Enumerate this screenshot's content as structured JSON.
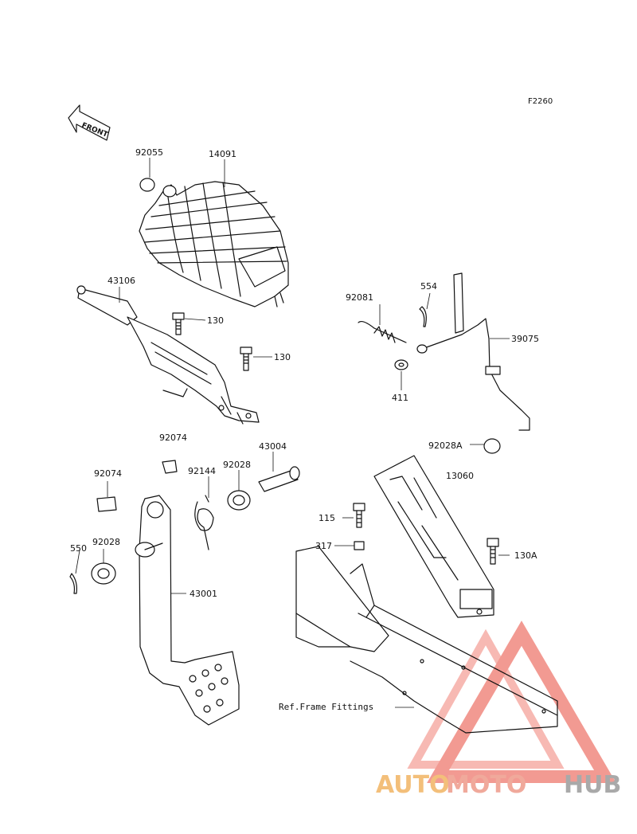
{
  "diagram": {
    "code": "F2260",
    "front_arrow_label": "FRONT",
    "frame_reference": "Ref.Frame Fittings"
  },
  "part_labels": {
    "p92055": "92055",
    "p14091": "14091",
    "p43106": "43106",
    "p130_upper": "130",
    "p130_lower": "130",
    "p92081": "92081",
    "p554": "554",
    "p39075": "39075",
    "p411": "411",
    "p92074_upper": "92074",
    "p43004": "43004",
    "p92074_left": "92074",
    "p92144": "92144",
    "p92028_mid": "92028",
    "p92028A": "92028A",
    "p13060": "13060",
    "p115": "115",
    "p317": "317",
    "p130A": "130A",
    "p550": "550",
    "p92028_left": "92028",
    "p43001": "43001"
  },
  "watermark": {
    "part1": "AUTO",
    "part2": "MOTO",
    "part3": "HUB",
    "colors": {
      "orange": "#f3bf7a",
      "salmon": "#f0a99b",
      "gray": "#a9a9a9",
      "logo_red": "#e8483a"
    }
  }
}
